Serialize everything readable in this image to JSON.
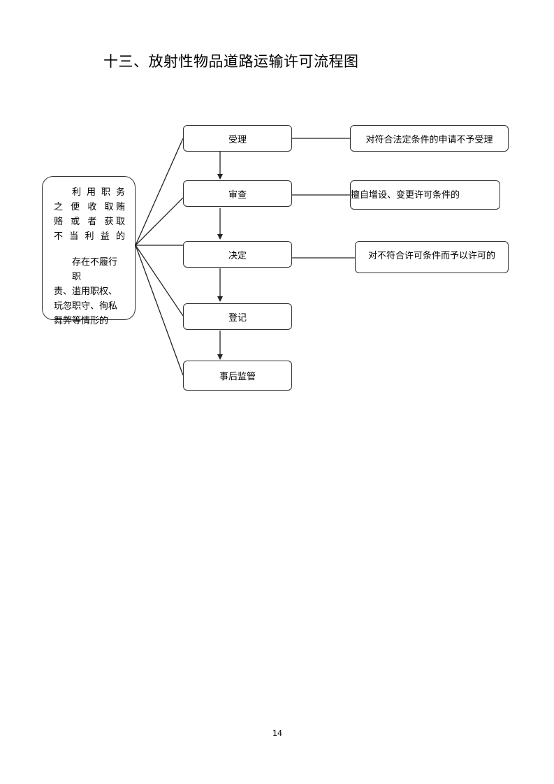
{
  "title": "十三、放射性物品道路运输许可流程图",
  "steps": [
    {
      "label": "受理"
    },
    {
      "label": "审查"
    },
    {
      "label": "决定"
    },
    {
      "label": "登记"
    },
    {
      "label": "事后监管"
    }
  ],
  "notes": [
    {
      "label": "对符合法定条件的申请不予受理"
    },
    {
      "label": "擅自增设、变更许可条件的"
    },
    {
      "label": "对不符合许可条件而予以许可的"
    }
  ],
  "risk_box": {
    "paragraph1_lines": [
      "利 用 职 务",
      "之 便 收 取贿",
      "赂 或 者 获取",
      "不 当 利 益 的"
    ],
    "paragraph2_lines": [
      "存在不履行职",
      "责、滥用职权、",
      "玩忽职守、徇私",
      "舞弊等情形的"
    ]
  },
  "page_number": "14"
}
